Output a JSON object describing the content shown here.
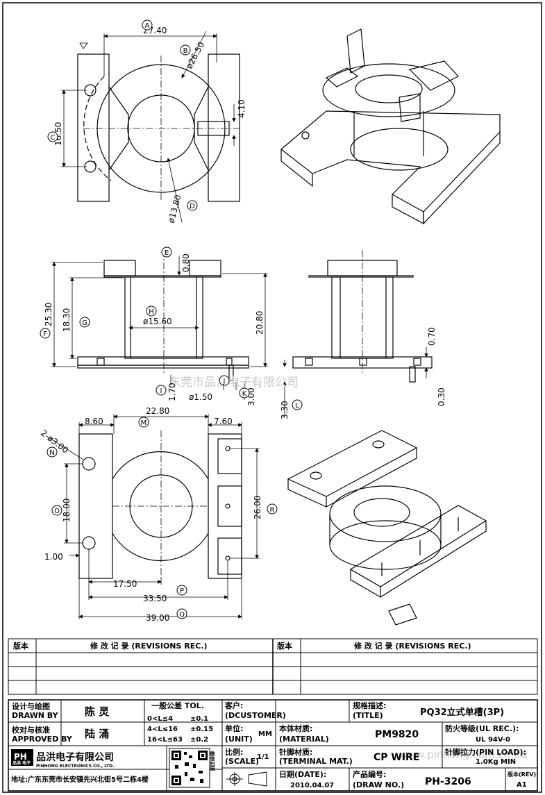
{
  "dimensions": {
    "top_width": "27.40",
    "top_diameter": "ø26.50",
    "top_height": "16.50",
    "top_slot": "4.10",
    "top_inner_diameter": "ø13.80",
    "front_flange": "0.80",
    "front_total_height": "25.30",
    "front_height": "18.30",
    "front_diameter": "ø15.60",
    "front_right_height": "20.80",
    "front_base": "1.70",
    "front_pin_diameter": "ø1.50",
    "front_pin_length": "3.00",
    "side_thickness": "0.70",
    "side_offset": "0.30",
    "side_pin": "3.30",
    "bottom_top_width": "22.80",
    "bottom_left": "8.60",
    "bottom_right": "7.60",
    "bottom_holes": "2-ø3.00",
    "bottom_hole_span": "18.00",
    "bottom_pin_span": "26.00",
    "bottom_edge": "1.00",
    "bottom_half": "17.50",
    "bottom_width_inner": "33.50",
    "bottom_width_total": "39.00"
  },
  "callouts": {
    "a": "A",
    "b": "B",
    "c": "C",
    "d": "D",
    "e": "E",
    "f": "F",
    "g": "G",
    "h": "H",
    "i": "I",
    "j": "J",
    "k": "K",
    "l": "L",
    "m": "M",
    "n": "N",
    "o": "O",
    "p": "P",
    "q": "Q",
    "r": "R"
  },
  "watermark": "东莞市品洪电子有限公司",
  "watermark2": "www.pinhong.com.cn.ltd",
  "revisions": {
    "col_version": "版本",
    "col_record": "修 改 记 录 (REVISIONS REC.)"
  },
  "title_block": {
    "drawn_by_cn": "设计与绘图",
    "drawn_by_en": "DRAWN BY",
    "drawn_by_name": "陈 灵",
    "approved_cn": "校对与核准",
    "approved_en": "APPROVED BY",
    "approved_name": "陆 涌",
    "tol_title": "一般公差 TOL.",
    "tol1_range": "0<L≤4",
    "tol1_val": "±0.1",
    "tol2_range": "4<L≤16",
    "tol2_val": "±0.15",
    "tol3_range": "16<L≤63",
    "tol3_val": "±0.2",
    "customer_cn": "客户:",
    "customer_en": "(DCUSTOMER)",
    "unit_cn": "单位:",
    "unit_en": "(UNIT)",
    "unit_val": "MM",
    "scale_cn": "比例:",
    "scale_en": "(SCALE)",
    "scale_val": "1/1",
    "title_cn": "规格描述:",
    "title_en": "(TITLE)",
    "title_val": "PQ32立式单槽(3P)",
    "material_cn": "本体材质:",
    "material_en": "(MATERIAL)",
    "material_val": "PM9820",
    "ul_cn": "防火等级(UL REC.):",
    "ul_val": "UL 94V-0",
    "terminal_cn": "针脚材质:",
    "terminal_en": "(TERMINAL MAT.)",
    "terminal_val": "CP WIRE",
    "pin_load_cn": "针脚拉力(PIN LOAD):",
    "pin_load_val": "1.0Kg MIN",
    "date_cn": "日期(DATE):",
    "date_val": "2010.04.07",
    "drawno_cn": "产品编号:",
    "drawno_en": "(DRAW NO.)",
    "drawno_val": "PH-3206",
    "rev_cn": "版本(REV):",
    "rev_val": "A1",
    "company_logo": "PH",
    "company_logo_sub": "品洪 电子",
    "company_cn": "品洪电子有限公司",
    "company_en": "PINHONG ELECTRONICS CO., LTD.",
    "address": "地址:广东东莞市长安镇先兴北街5号二栋4楼",
    "qr_note": "微信扫描"
  }
}
